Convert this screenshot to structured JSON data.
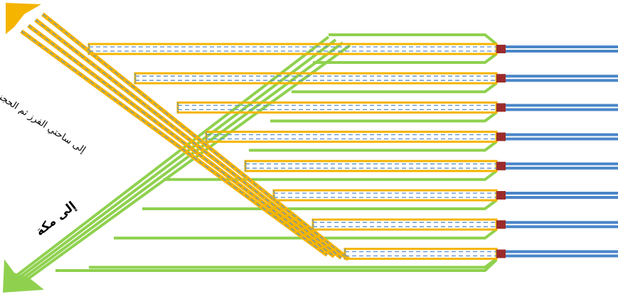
{
  "labels": {
    "screening_route": "إلى ساحتي الفرز ثم الحجز",
    "makkah_route": "إلى مكة"
  },
  "colors": {
    "road": "#8FD14F",
    "screening_lane": "#F5B400",
    "screening_dash": "#5B8FC9",
    "gate": "#9B2B2B",
    "exit_lane": "#4A86C8"
  },
  "lane_count": 8,
  "icons": [
    "arrow-up-left-icon",
    "arrow-down-left-icon"
  ]
}
